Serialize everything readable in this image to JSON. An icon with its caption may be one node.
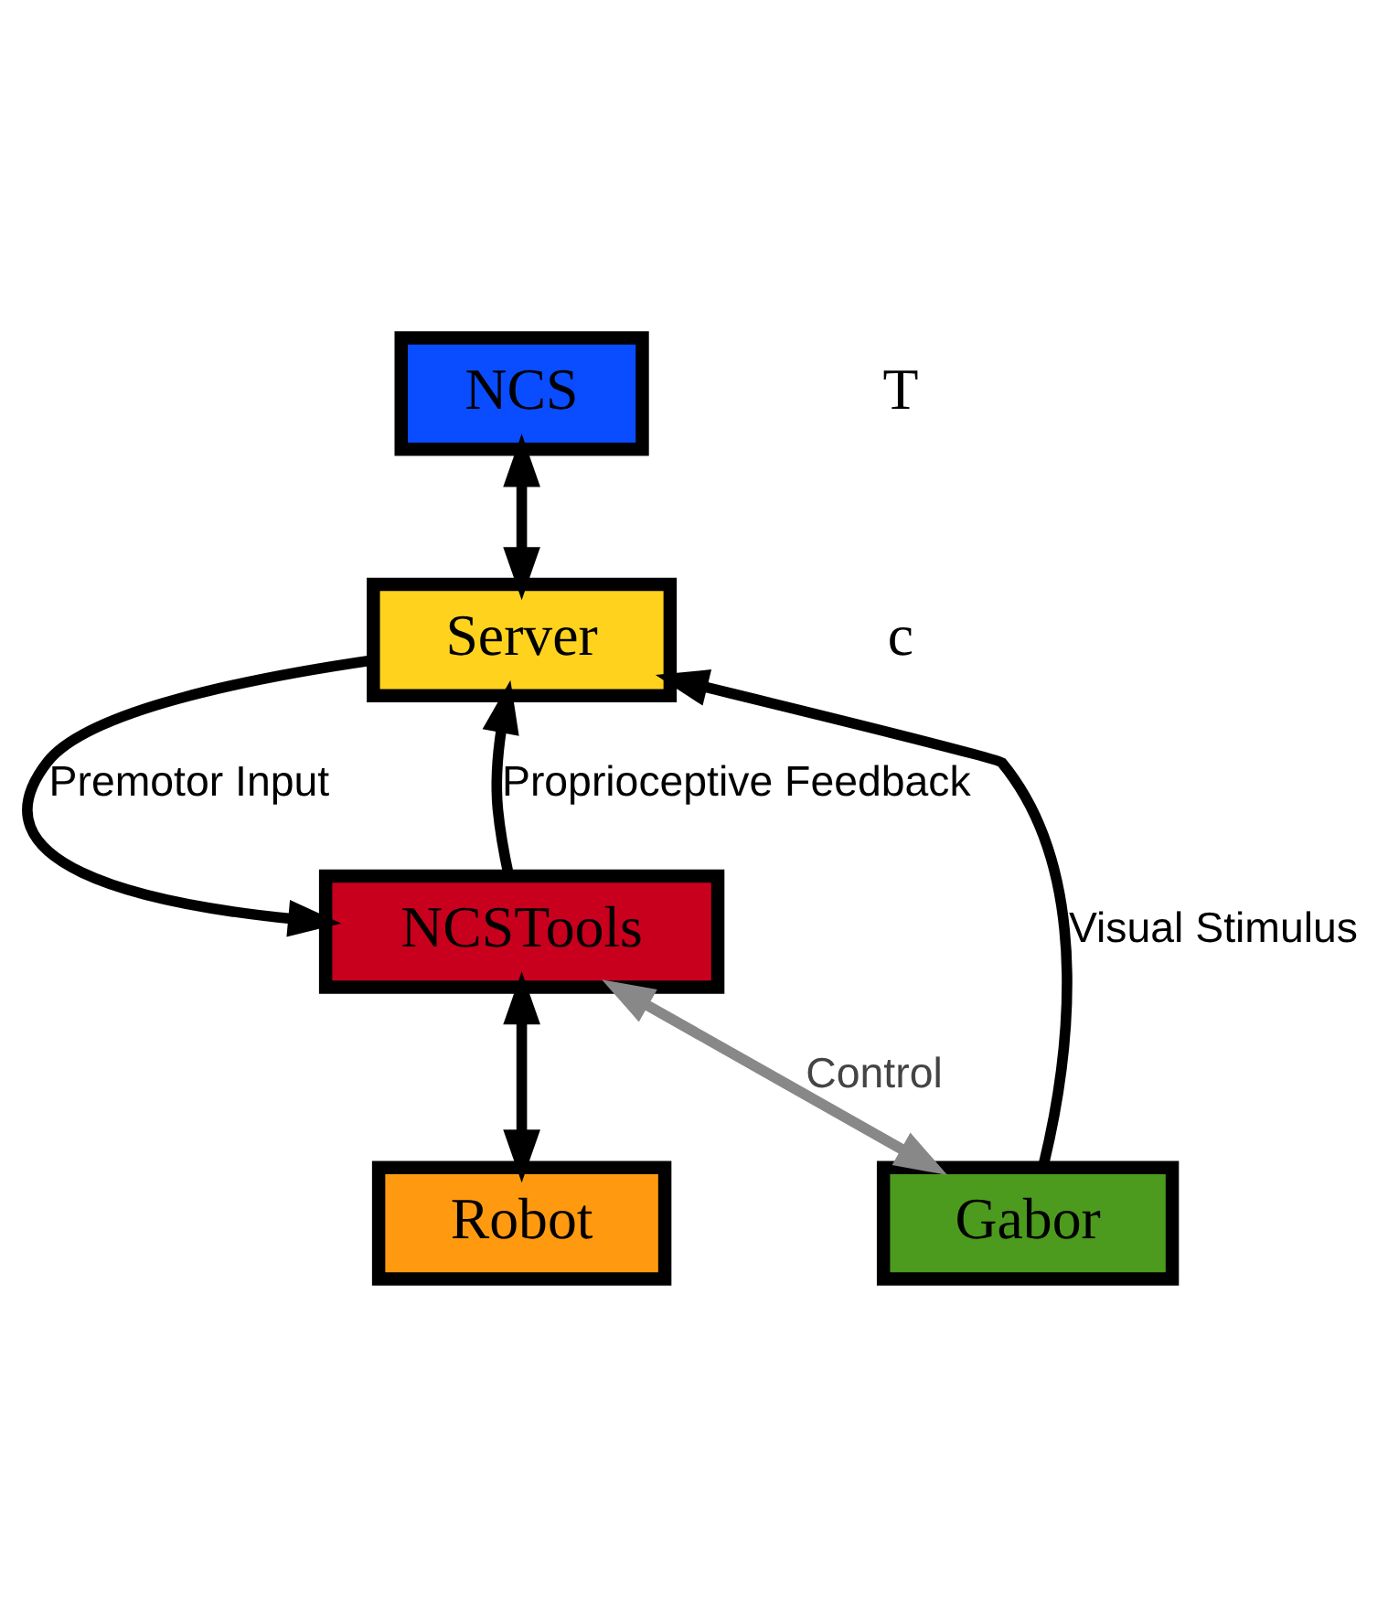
{
  "diagram": {
    "nodes": [
      {
        "text": [
          "NCS"
        ]
      },
      {
        "text": [
          "Server"
        ]
      },
      {
        "text": [
          "NCSTools"
        ]
      },
      {
        "text": [
          "Gabor"
        ]
      },
      {
        "text": [
          "Robot"
        ]
      }
    ],
    "edges": [
      {
        "from": 0,
        "to": 1,
        "arrow": "both"
      },
      {
        "from": 3,
        "to": 1,
        "arrow": "to",
        "label": "Visual Stimulus"
      },
      {
        "from": 1,
        "to": 2,
        "arrow": "to",
        "label": "Premotor Input"
      },
      {
        "from": 2,
        "to": 1,
        "arrow": "to",
        "label": "Proprioceptive Feedback"
      },
      {
        "from": 2,
        "to": 4,
        "arrow": "both"
      },
      {
        "from": 2,
        "to": 3,
        "arrow": "both",
        "label": "Control",
        "color": "#888888"
      }
    ],
    "labels": [
      "T",
      "c"
    ]
  }
}
